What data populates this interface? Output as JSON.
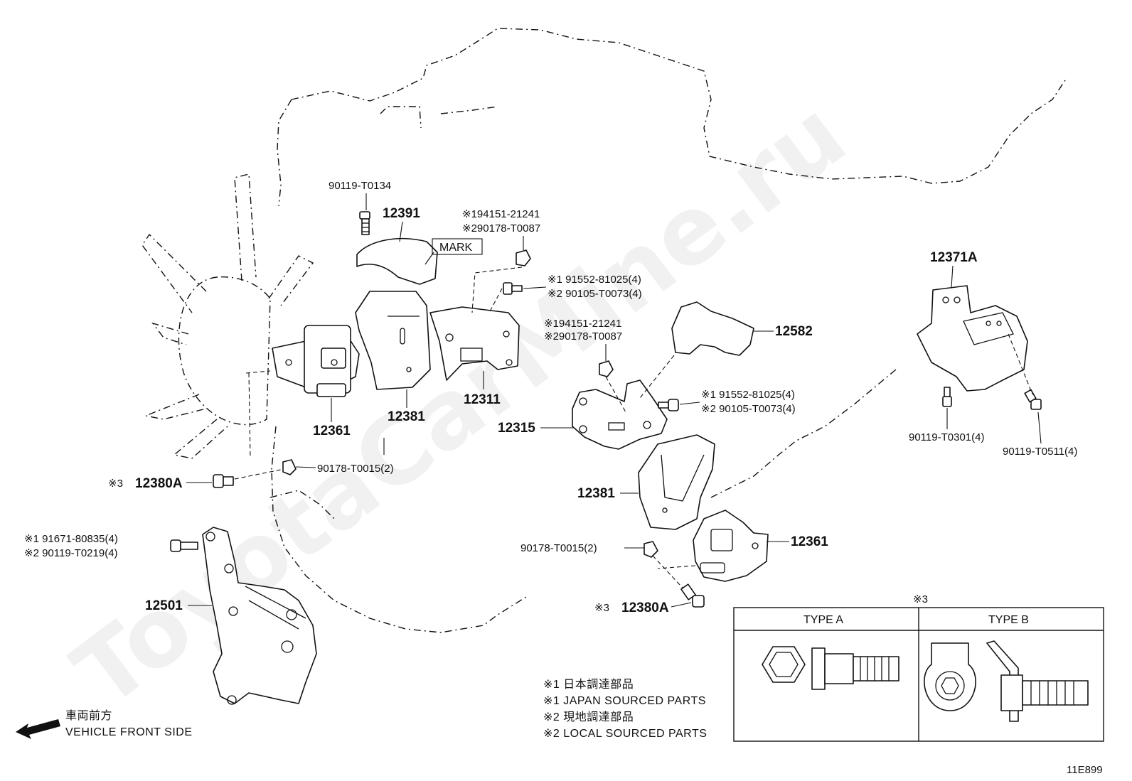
{
  "diagram_code": "11E899",
  "watermark": "ToyotaCarMine.ru",
  "parts": {
    "p_90119_T0134": "90119-T0134",
    "p_12391": "12391",
    "mark": "MARK",
    "note_94151_a1": "※194151-21241",
    "note_90178_a2": "※290178-T0087",
    "note_91552_a1": "※1  91552-81025(4)",
    "note_90105_a2": "※2  90105-T0073(4)",
    "note_94151_b1": "※194151-21241",
    "note_90178_b2": "※290178-T0087",
    "p_12582": "12582",
    "p_12371A": "12371A",
    "p_12311": "12311",
    "p_12381_upper": "12381",
    "p_12361_upper": "12361",
    "note_91552_b1": "※1  91552-81025(4)",
    "note_90105_b2": "※2  90105-T0073(4)",
    "p_12315": "12315",
    "p_90119_T0301": "90119-T0301(4)",
    "p_90119_T0511": "90119-T0511(4)",
    "p_90178_T0015_left": "90178-T0015(2)",
    "p_12380A_left_mark": "※3",
    "p_12380A_left": "12380A",
    "p_12381_lower": "12381",
    "note_91671_1": "※1  91671-80835(4)",
    "note_90119_T0219_2": "※2  90119-T0219(4)",
    "p_90178_T0015_right": "90178-T0015(2)",
    "p_12361_lower": "12361",
    "p_12501": "12501",
    "p_12380A_right_mark": "※3",
    "p_12380A_right": "12380A"
  },
  "legend": {
    "line1": "※1 日本調達部品",
    "line2": "※1 JAPAN SOURCED PARTS",
    "line3": "※2 現地調達部品",
    "line4": "※2 LOCAL SOURCED PARTS"
  },
  "direction": {
    "jp": "車両前方",
    "en": "VEHICLE FRONT SIDE"
  },
  "type_table": {
    "title": "※3",
    "type_a": "TYPE A",
    "type_b": "TYPE B"
  }
}
